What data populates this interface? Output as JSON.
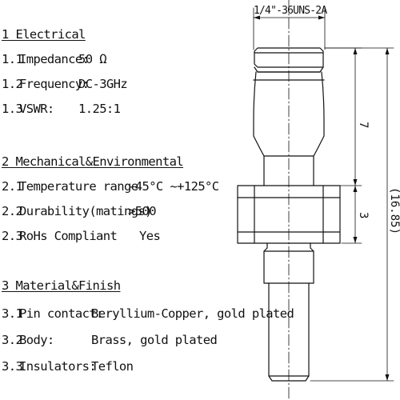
{
  "electrical": {
    "title": "1 Electrical",
    "items": [
      {
        "num": "1.1",
        "label": "Impedance:",
        "value": "50 Ω"
      },
      {
        "num": "1.2",
        "label": "Frequency:",
        "value": "DC-3GHz"
      },
      {
        "num": "1.3",
        "label": "VSWR:",
        "value": "1.25:1"
      }
    ]
  },
  "mechanical": {
    "title": "2 Mechanical&Environmental",
    "items": [
      {
        "num": "2.1",
        "label": "Temperature range",
        "value": "-45°C ~+125°C"
      },
      {
        "num": "2.2",
        "label": "Durability(matings)",
        "value": ">500"
      },
      {
        "num": "2.3",
        "label": "RoHs Compliant",
        "value": "Yes"
      }
    ]
  },
  "material": {
    "title": "3 Material&Finish",
    "items": [
      {
        "num": "3.1",
        "label": "Pin contact:",
        "value": "Beryllium-Copper, gold plated"
      },
      {
        "num": "3.2",
        "label": "Body:",
        "value": "Brass,  gold plated"
      },
      {
        "num": "3.3",
        "label": "Insulators:",
        "value": "Teflon"
      }
    ]
  },
  "drawing": {
    "thread_label": "1/4\"-36UNS-2A",
    "dim_upper": "7",
    "dim_nut": "3",
    "dim_total": "(16.85)"
  }
}
